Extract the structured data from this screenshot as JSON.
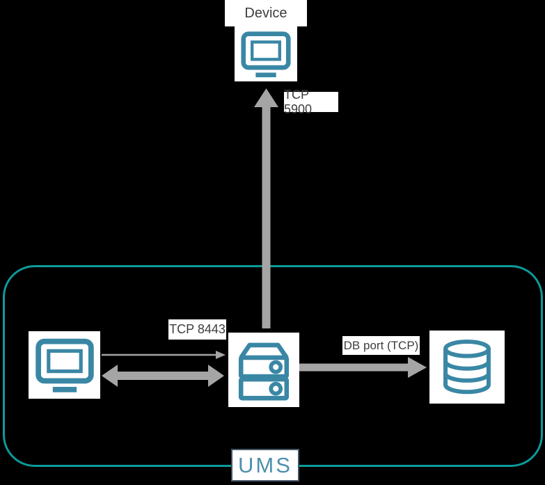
{
  "device": {
    "label": "Device"
  },
  "console": {
    "icon": "monitor-icon"
  },
  "server": {
    "icon": "server-icon"
  },
  "database": {
    "icon": "database-icon"
  },
  "connections": {
    "device_vnc": {
      "label": "TCP 5900",
      "direction": "up"
    },
    "console_ums": {
      "label": "TCP 8443",
      "direction": "bidirectional"
    },
    "ums_db": {
      "label": "DB port (TCP)",
      "direction": "right"
    }
  },
  "boundary": {
    "label": "UMS"
  },
  "colors": {
    "background": "#000000",
    "icon_teal": "#3a87a5",
    "boundary_teal": "#0d9a9a",
    "arrow_gray": "#a5a5a5",
    "label_text": "#3d3d3d",
    "node_background": "#ffffff",
    "ums_text": "#4e8fad",
    "ums_border": "#455668"
  }
}
